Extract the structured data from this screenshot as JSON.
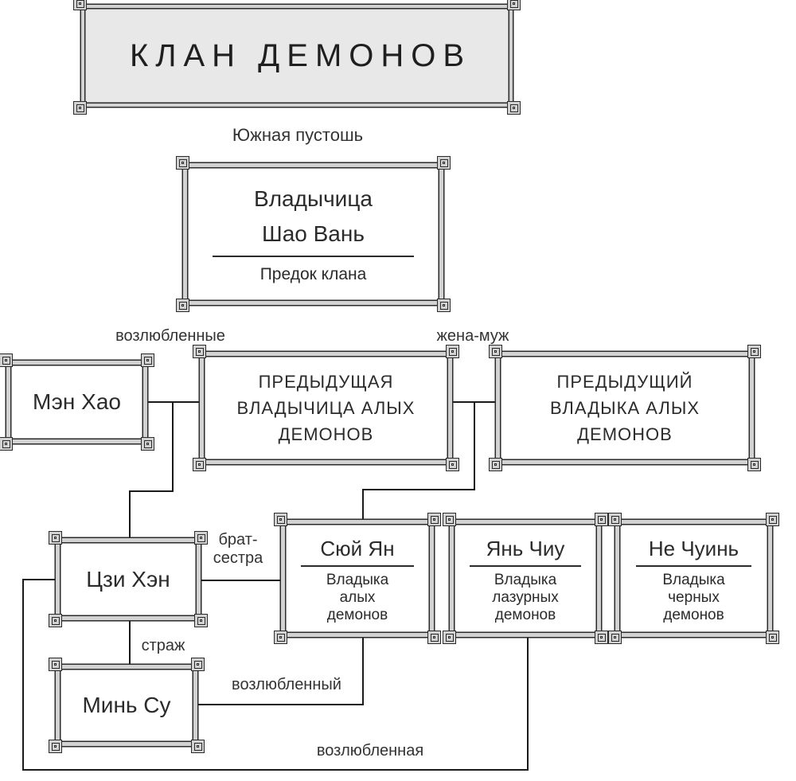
{
  "diagram": {
    "title": "КЛАН ДЕМОНОВ",
    "region": "Южная пустошь"
  },
  "nodes": {
    "shao_wan": {
      "rank": "Владычица",
      "name": "Шао Вань",
      "role": "Предок клана"
    },
    "meng_hao": {
      "name": "Мэн Хао"
    },
    "prev_empress": {
      "lines": [
        "ПРЕДЫДУЩАЯ",
        "ВЛАДЫЧИЦА АЛЫХ",
        "ДЕМОНОВ"
      ]
    },
    "prev_emperor": {
      "lines": [
        "ПРЕДЫДУЩИЙ",
        "ВЛАДЫКА АЛЫХ",
        "ДЕМОНОВ"
      ]
    },
    "ji_heng": {
      "name": "Цзи Хэн"
    },
    "xu_yan": {
      "name": "Сюй Ян",
      "role_lines": [
        "Владыка",
        "алых",
        "демонов"
      ]
    },
    "yan_qiu": {
      "name": "Янь Чиу",
      "role_lines": [
        "Владыка",
        "лазурных",
        "демонов"
      ]
    },
    "nie_chuin": {
      "name": "Не Чуинь",
      "role_lines": [
        "Владыка",
        "черных",
        "демонов"
      ]
    },
    "min_su": {
      "name": "Минь Су"
    }
  },
  "connections": [
    {
      "from": "meng_hao",
      "to": "prev_empress",
      "label": "возлюбленные"
    },
    {
      "from": "prev_empress",
      "to": "prev_emperor",
      "label": "жена-муж"
    },
    {
      "from": "meng_hao + prev_empress",
      "to": "ji_heng",
      "label": ""
    },
    {
      "from": "prev_empress + prev_emperor",
      "to": "xu_yan",
      "label": ""
    },
    {
      "from": "ji_heng",
      "to": "xu_yan",
      "label": "брат-сестра"
    },
    {
      "from": "ji_heng",
      "to": "min_su",
      "label": "страж"
    },
    {
      "from": "min_su",
      "to": "xu_yan",
      "label": "возлюбленный"
    },
    {
      "from": "ji_heng",
      "to": "yan_qiu",
      "label": "возлюбленная"
    }
  ],
  "colors": {
    "background": "#ffffff",
    "frame_band": "#d2d2d2",
    "frame_line": "#2b2b2b",
    "connector": "#1a1a1a",
    "title_fill": "#e8e8e8",
    "text": "#2b2b2b"
  }
}
